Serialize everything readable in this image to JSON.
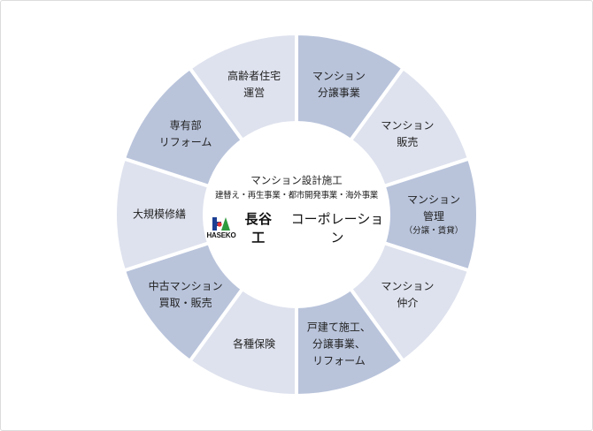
{
  "center": {
    "title": "マンション設計施工",
    "subtitle": "建替え・再生事業・都市開発事業・海外事業",
    "logo_name": "長谷工",
    "logo_suffix": "コーポレーション",
    "logo_small": "HASEKO"
  },
  "segments": [
    {
      "lines": [
        "マンション",
        "分譲事業"
      ],
      "tone": "dark"
    },
    {
      "lines": [
        "マンション",
        "販売"
      ],
      "tone": "light"
    },
    {
      "lines": [
        "マンション",
        "管理"
      ],
      "sub": "（分譲・賃貸）",
      "tone": "dark"
    },
    {
      "lines": [
        "マンション",
        "仲介"
      ],
      "tone": "light"
    },
    {
      "lines": [
        "戸建て施工、",
        "分譲事業、",
        "リフォーム"
      ],
      "tone": "dark"
    },
    {
      "lines": [
        "各種保険"
      ],
      "tone": "light"
    },
    {
      "lines": [
        "中古マンション",
        "買取・販売"
      ],
      "tone": "dark"
    },
    {
      "lines": [
        "大規模修繕"
      ],
      "tone": "light"
    },
    {
      "lines": [
        "専有部",
        "リフォーム"
      ],
      "tone": "dark"
    },
    {
      "lines": [
        "高齢者住宅",
        "運営"
      ],
      "tone": "light"
    }
  ],
  "colors": {
    "dark": "#b9c4db",
    "light": "#dee2ee",
    "logo_blue": "#1b3f94",
    "logo_green": "#2e9a3e",
    "logo_red": "#e03030"
  }
}
